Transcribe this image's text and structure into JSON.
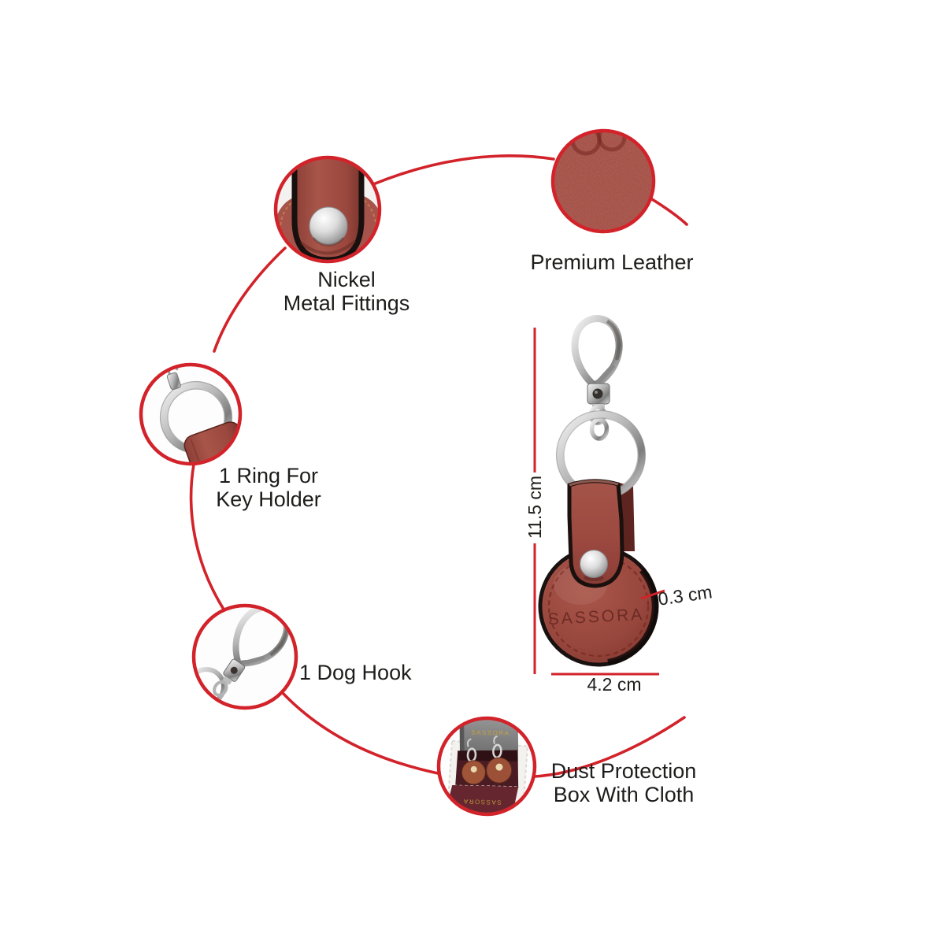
{
  "page": {
    "background": "#ffffff"
  },
  "colors": {
    "accent_red": "#d2222a",
    "leather_brown": "#a05046",
    "leather_dark": "#7b332b",
    "metal_silver": "#c9c9c9",
    "box_maroon": "#5d2129",
    "lid_gray": "#8f8f8f",
    "brand_gold": "#c5a13d",
    "label_text": "#1d1d1b"
  },
  "callouts": {
    "nickel": {
      "line1": "Nickel",
      "line2": "Metal Fittings"
    },
    "premium_leather": {
      "label": "Premium Leather"
    },
    "key_ring": {
      "line1": "1 Ring For",
      "line2": "Key Holder"
    },
    "dog_hook": {
      "label": "1 Dog Hook"
    },
    "dust_box": {
      "line1": "Dust Protection",
      "line2": "Box With Cloth"
    }
  },
  "product": {
    "brand_embossed": "SASSORA",
    "box_lid_brand": "SASSORA",
    "box_cloth_brand": "SASSORA"
  },
  "dimensions": {
    "height": "11.5 cm",
    "width": "4.2 cm",
    "thickness": "0.3 cm"
  }
}
